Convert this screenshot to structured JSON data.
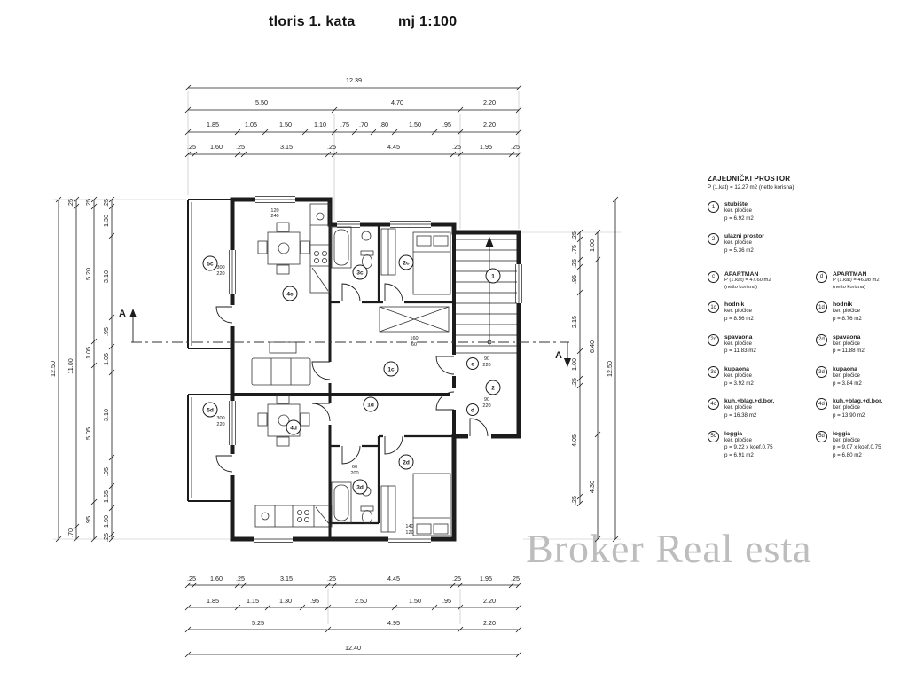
{
  "header": {
    "title": "tloris  1. kata",
    "scale": "mj  1:100"
  },
  "watermark": {
    "text": "Broker Real esta",
    "color": "#bdbdbd"
  },
  "colors": {
    "ink": "#1c1c1c",
    "extension": "#b9b9b9"
  },
  "dim_top": {
    "total": "12.39",
    "row2": [
      "5.50",
      "4.70",
      "2.20"
    ],
    "row3": [
      "1.85",
      "1.05",
      "1.50",
      "1.10",
      ".75",
      ".70",
      ".80",
      "1.50",
      ".95",
      "2.20"
    ],
    "row4": [
      ".25",
      "1.60",
      ".25",
      "3.15",
      ".25",
      "4.45",
      ".25",
      "1.95",
      ".25"
    ]
  },
  "dim_bottom": {
    "row1": [
      ".25",
      "1.60",
      ".25",
      "3.15",
      ".25",
      "4.45",
      ".25",
      "1.95",
      ".25"
    ],
    "row2": [
      "1.85",
      "1.15",
      "1.30",
      ".95",
      "2.50",
      "1.50",
      ".95",
      "2.20"
    ],
    "row3": [
      "5.25",
      "4.95",
      "2.20"
    ],
    "total": "12.40"
  },
  "dim_left": {
    "total": "12.50",
    "inner_total": "11.00",
    "chain_mid": [
      "5.20",
      "1.05",
      "5.05",
      ".95"
    ],
    "chain_detail": [
      "1.30",
      "3.10",
      ".95",
      "1.05",
      "3.10",
      ".95",
      "1.65",
      "1.90"
    ]
  },
  "dim_right": {
    "total": "12.50",
    "mid": [
      "1.00",
      "6.40",
      "4.30"
    ],
    "chain": [
      ".25",
      ".75",
      ".25",
      ".95",
      "2.15",
      "1.00",
      ".25",
      "4.05",
      ".25"
    ]
  },
  "misc": {
    "v25": ".25",
    "v70": ".70"
  },
  "plan": {
    "section_label": "A",
    "rooms": {
      "r1": "1",
      "r2": "2",
      "rc": "c",
      "rd": "d",
      "r1c": "1c",
      "r2c": "2c",
      "r3c": "3c",
      "r4c": "4c",
      "r5c": "5c",
      "r1d": "1d",
      "r2d": "2d",
      "r3d": "3d",
      "r4d": "4d",
      "r5d": "5d"
    },
    "ann": {
      "n300": "300",
      "n220": "220",
      "n90": "90",
      "n140": "140",
      "n120": "120",
      "n240": "240",
      "n60": "60",
      "n200": "200",
      "n160": "160"
    }
  },
  "legend": {
    "title": "ZAJEDNIČKI PROSTOR",
    "subtitle": "P (1.kat) = 12.27 m2  (netto korisna)",
    "common": [
      {
        "tag": "1",
        "name": "stubište",
        "floor": "ker. pločice",
        "area": "p = 6.92 m2"
      },
      {
        "tag": "2",
        "name": "ulazni prostor",
        "floor": "ker. pločice",
        "area": "p = 5.36 m2"
      }
    ],
    "apartments": [
      {
        "tag": "c",
        "name": "APARTMAN",
        "sub": "P (1.kat) = 47.60 m2",
        "sub2": "(netto korisna)",
        "items": [
          {
            "tag": "1c",
            "name": "hodnik",
            "floor": "ker. pločice",
            "area": "p = 8.56 m2"
          },
          {
            "tag": "2c",
            "name": "spavaona",
            "floor": "ker. pločice",
            "area": "p = 11.83 m2"
          },
          {
            "tag": "3c",
            "name": "kupaona",
            "floor": "ker. pločice",
            "area": "p = 3.92 m2"
          },
          {
            "tag": "4c",
            "name": "kuh.+blag.+d.bor.",
            "floor": "ker. pločice",
            "area": "p = 16.38 m2"
          },
          {
            "tag": "5c",
            "name": "loggia",
            "floor": "ker. pločice",
            "area": "p = 9.22 x koef.0.75",
            "area2": "p = 6.91 m2"
          }
        ]
      },
      {
        "tag": "d",
        "name": "APARTMAN",
        "sub": "P (1.kat) = 46.98 m2",
        "sub2": "(netto korisna)",
        "items": [
          {
            "tag": "1d",
            "name": "hodnik",
            "floor": "ker. pločice",
            "area": "p = 8.76 m2"
          },
          {
            "tag": "2d",
            "name": "spavaona",
            "floor": "ker. pločice",
            "area": "p = 11.88 m2"
          },
          {
            "tag": "3d",
            "name": "kupaona",
            "floor": "ker. pločice",
            "area": "p = 3.84 m2"
          },
          {
            "tag": "4d",
            "name": "kuh.+blag.+d.bor.",
            "floor": "ker. pločice",
            "area": "p = 13.90 m2"
          },
          {
            "tag": "5d",
            "name": "loggia",
            "floor": "ker. pločice",
            "area": "p = 9.07 x koef.0.75",
            "area2": "p = 6.80 m2"
          }
        ]
      }
    ]
  }
}
